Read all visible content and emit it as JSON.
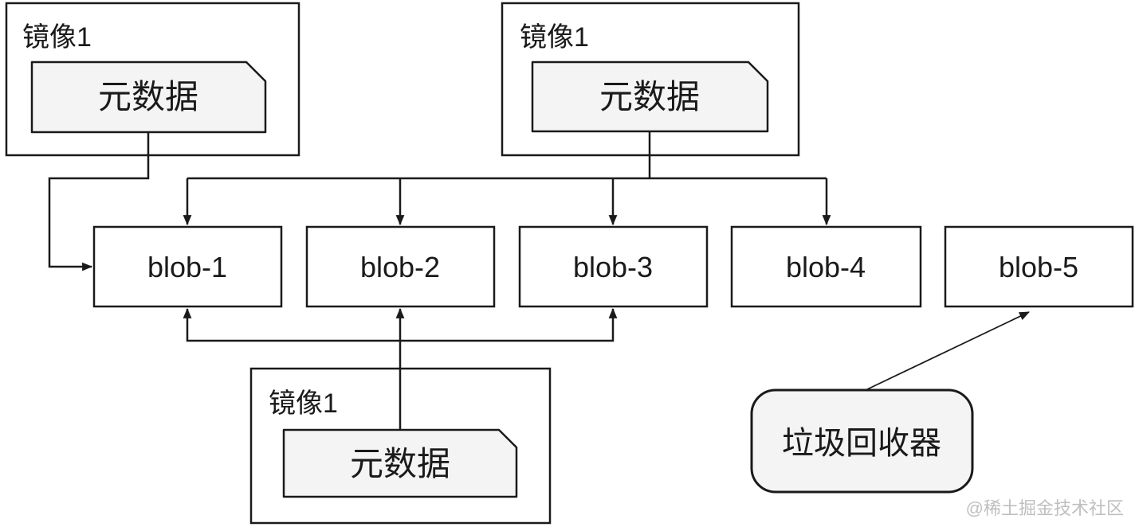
{
  "colors": {
    "stroke": "#1a1a1a",
    "node_fill": "#ffffff",
    "note_fill": "#f4f4f4",
    "gc_fill": "#f4f4f4",
    "watermark": "#bfbfbf"
  },
  "groups": [
    {
      "label": "镜像1",
      "note": "元数据"
    },
    {
      "label": "镜像1",
      "note": "元数据"
    },
    {
      "label": "镜像1",
      "note": "元数据"
    }
  ],
  "blobs": [
    {
      "label": "blob-1"
    },
    {
      "label": "blob-2"
    },
    {
      "label": "blob-3"
    },
    {
      "label": "blob-4"
    },
    {
      "label": "blob-5"
    }
  ],
  "garbage_collector": {
    "label": "垃圾回收器"
  },
  "watermark": {
    "text": "@稀土掘金技术社区"
  }
}
